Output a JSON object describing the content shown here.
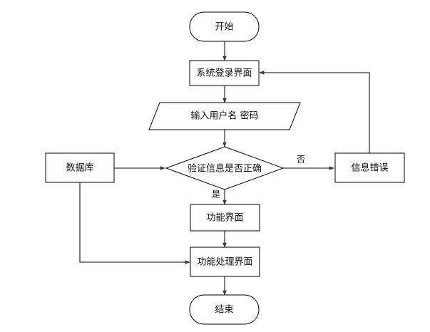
{
  "diagram": {
    "nodes": {
      "start": {
        "label": "开始",
        "shape": "terminator"
      },
      "login": {
        "label": "系统登录界面",
        "shape": "process"
      },
      "input": {
        "label": "输入用户名 密码",
        "shape": "data"
      },
      "verify": {
        "label": "验证信息是否正确",
        "shape": "decision"
      },
      "database": {
        "label": "数据库",
        "shape": "process"
      },
      "error": {
        "label": "信息错误",
        "shape": "process"
      },
      "func": {
        "label": "功能界面",
        "shape": "process"
      },
      "process": {
        "label": "功能处理界面",
        "shape": "process"
      },
      "end": {
        "label": "结束",
        "shape": "terminator"
      }
    },
    "edges": {
      "no": {
        "label": "否"
      },
      "yes": {
        "label": "是"
      }
    },
    "colors": {
      "stroke": "#000000",
      "arrow": "#3a3a3a",
      "fill": "#ffffff"
    }
  }
}
